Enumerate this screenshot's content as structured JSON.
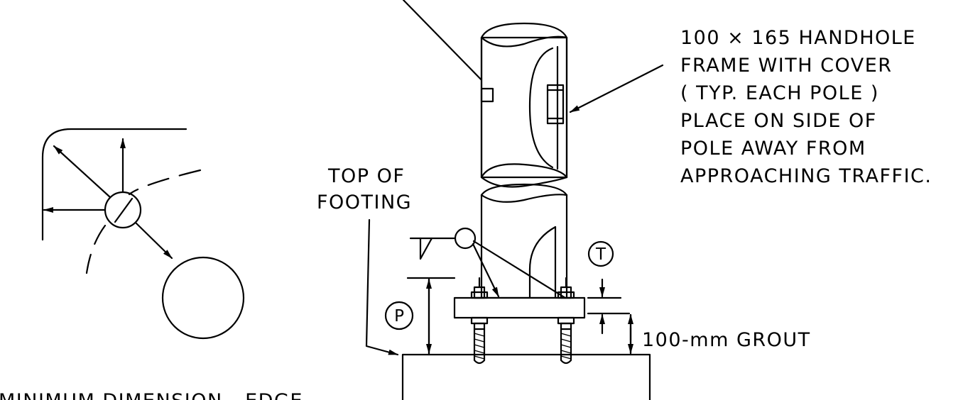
{
  "labels": {
    "handhole_line1": "100 × 165 HANDHOLE",
    "handhole_line2": "FRAME WITH COVER",
    "handhole_line3": "( TYP. EACH POLE )",
    "handhole_line4": "PLACE ON SIDE OF",
    "handhole_line5": "POLE AWAY FROM",
    "handhole_line6": "APPROACHING TRAFFIC.",
    "top_of_footing_line1": "TOP OF",
    "top_of_footing_line2": "FOOTING",
    "grout": "100-mm GROUT",
    "bottom_note": "MINIMUM DIMENSION - EDGE"
  },
  "callouts": {
    "t": "T",
    "p": "P"
  },
  "colors": {
    "ink": "#000000",
    "paper": "#ffffff"
  }
}
